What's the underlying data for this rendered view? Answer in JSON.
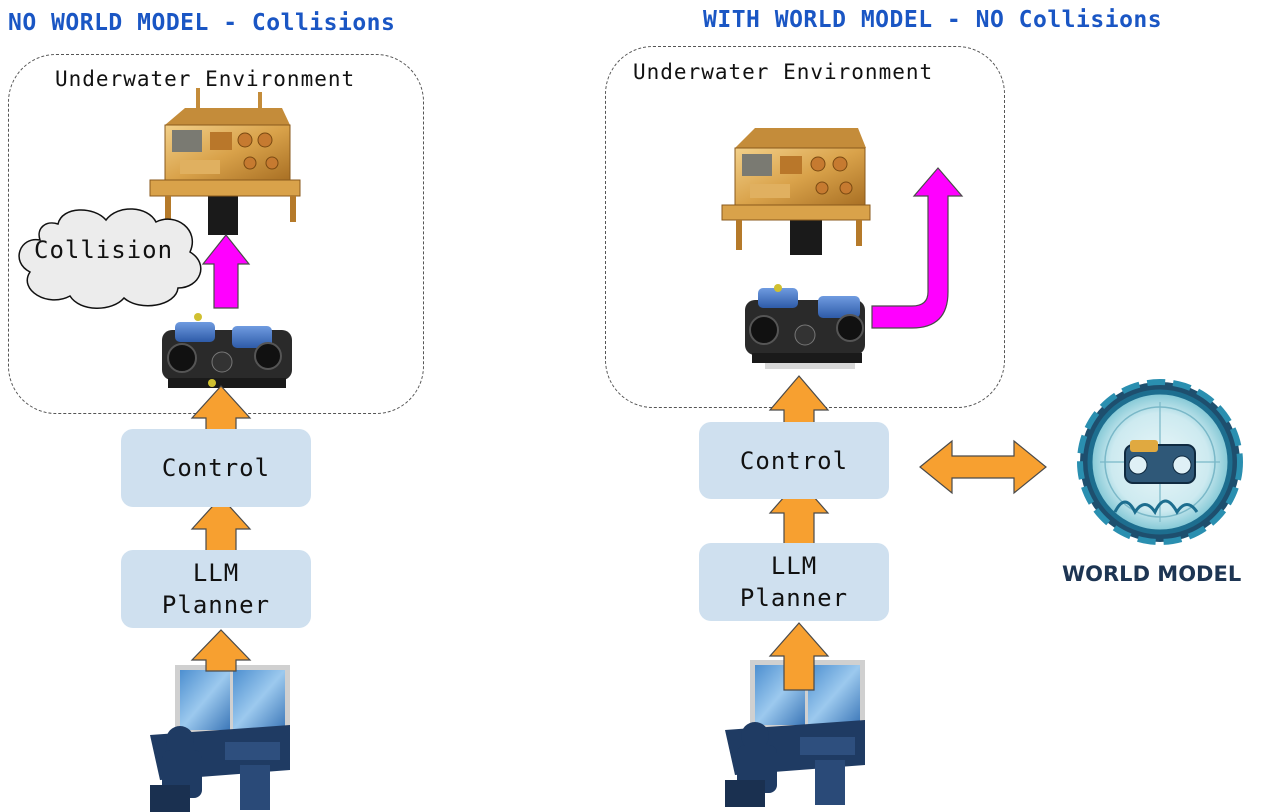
{
  "left_panel": {
    "title": "NO WORLD MODEL - Collisions",
    "environment_label": "Underwater Environment",
    "collision_label": "Collision",
    "control_label": "Control",
    "planner_line1": "LLM",
    "planner_line2": "Planner"
  },
  "right_panel": {
    "title": "WITH WORLD MODEL - NO Collisions",
    "environment_label": "Underwater Environment",
    "control_label": "Control",
    "planner_line1": "LLM",
    "planner_line2": "Planner"
  },
  "world_model": {
    "logo_text": "WORLD MODEL"
  },
  "colors": {
    "title_blue": "#1a56c4",
    "block_fill": "#cfe0ef",
    "arrow_orange": "#f7a030",
    "arrow_magenta": "#ff00ff"
  }
}
